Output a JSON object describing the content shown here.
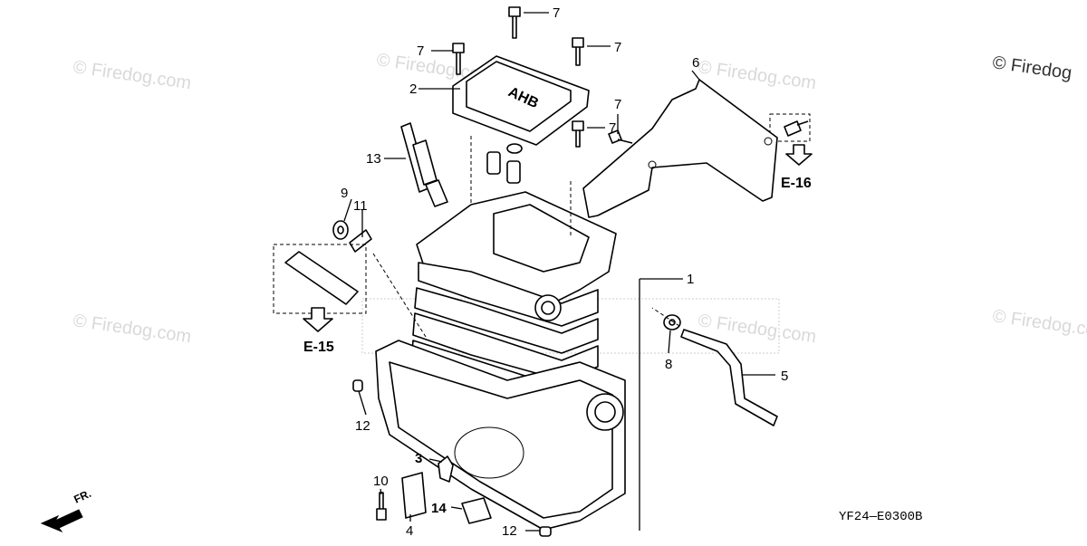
{
  "callouts": {
    "p1": "1",
    "p2": "2",
    "p3": "3",
    "p4": "4",
    "p5": "5",
    "p6": "6",
    "p7": "7",
    "p8": "8",
    "p9": "9",
    "p10": "10",
    "p11": "11",
    "p12": "12",
    "p13": "13",
    "p14": "14"
  },
  "refs": {
    "e15": "E-15",
    "e16": "E-16",
    "front": "FR."
  },
  "diagram_code": "YF24—E0300B",
  "watermark": {
    "text": "© Firedog.com",
    "corner_text": "© Firedog"
  },
  "colors": {
    "line": "#000000",
    "watermark": "#d9d9d9",
    "background": "#ffffff"
  }
}
